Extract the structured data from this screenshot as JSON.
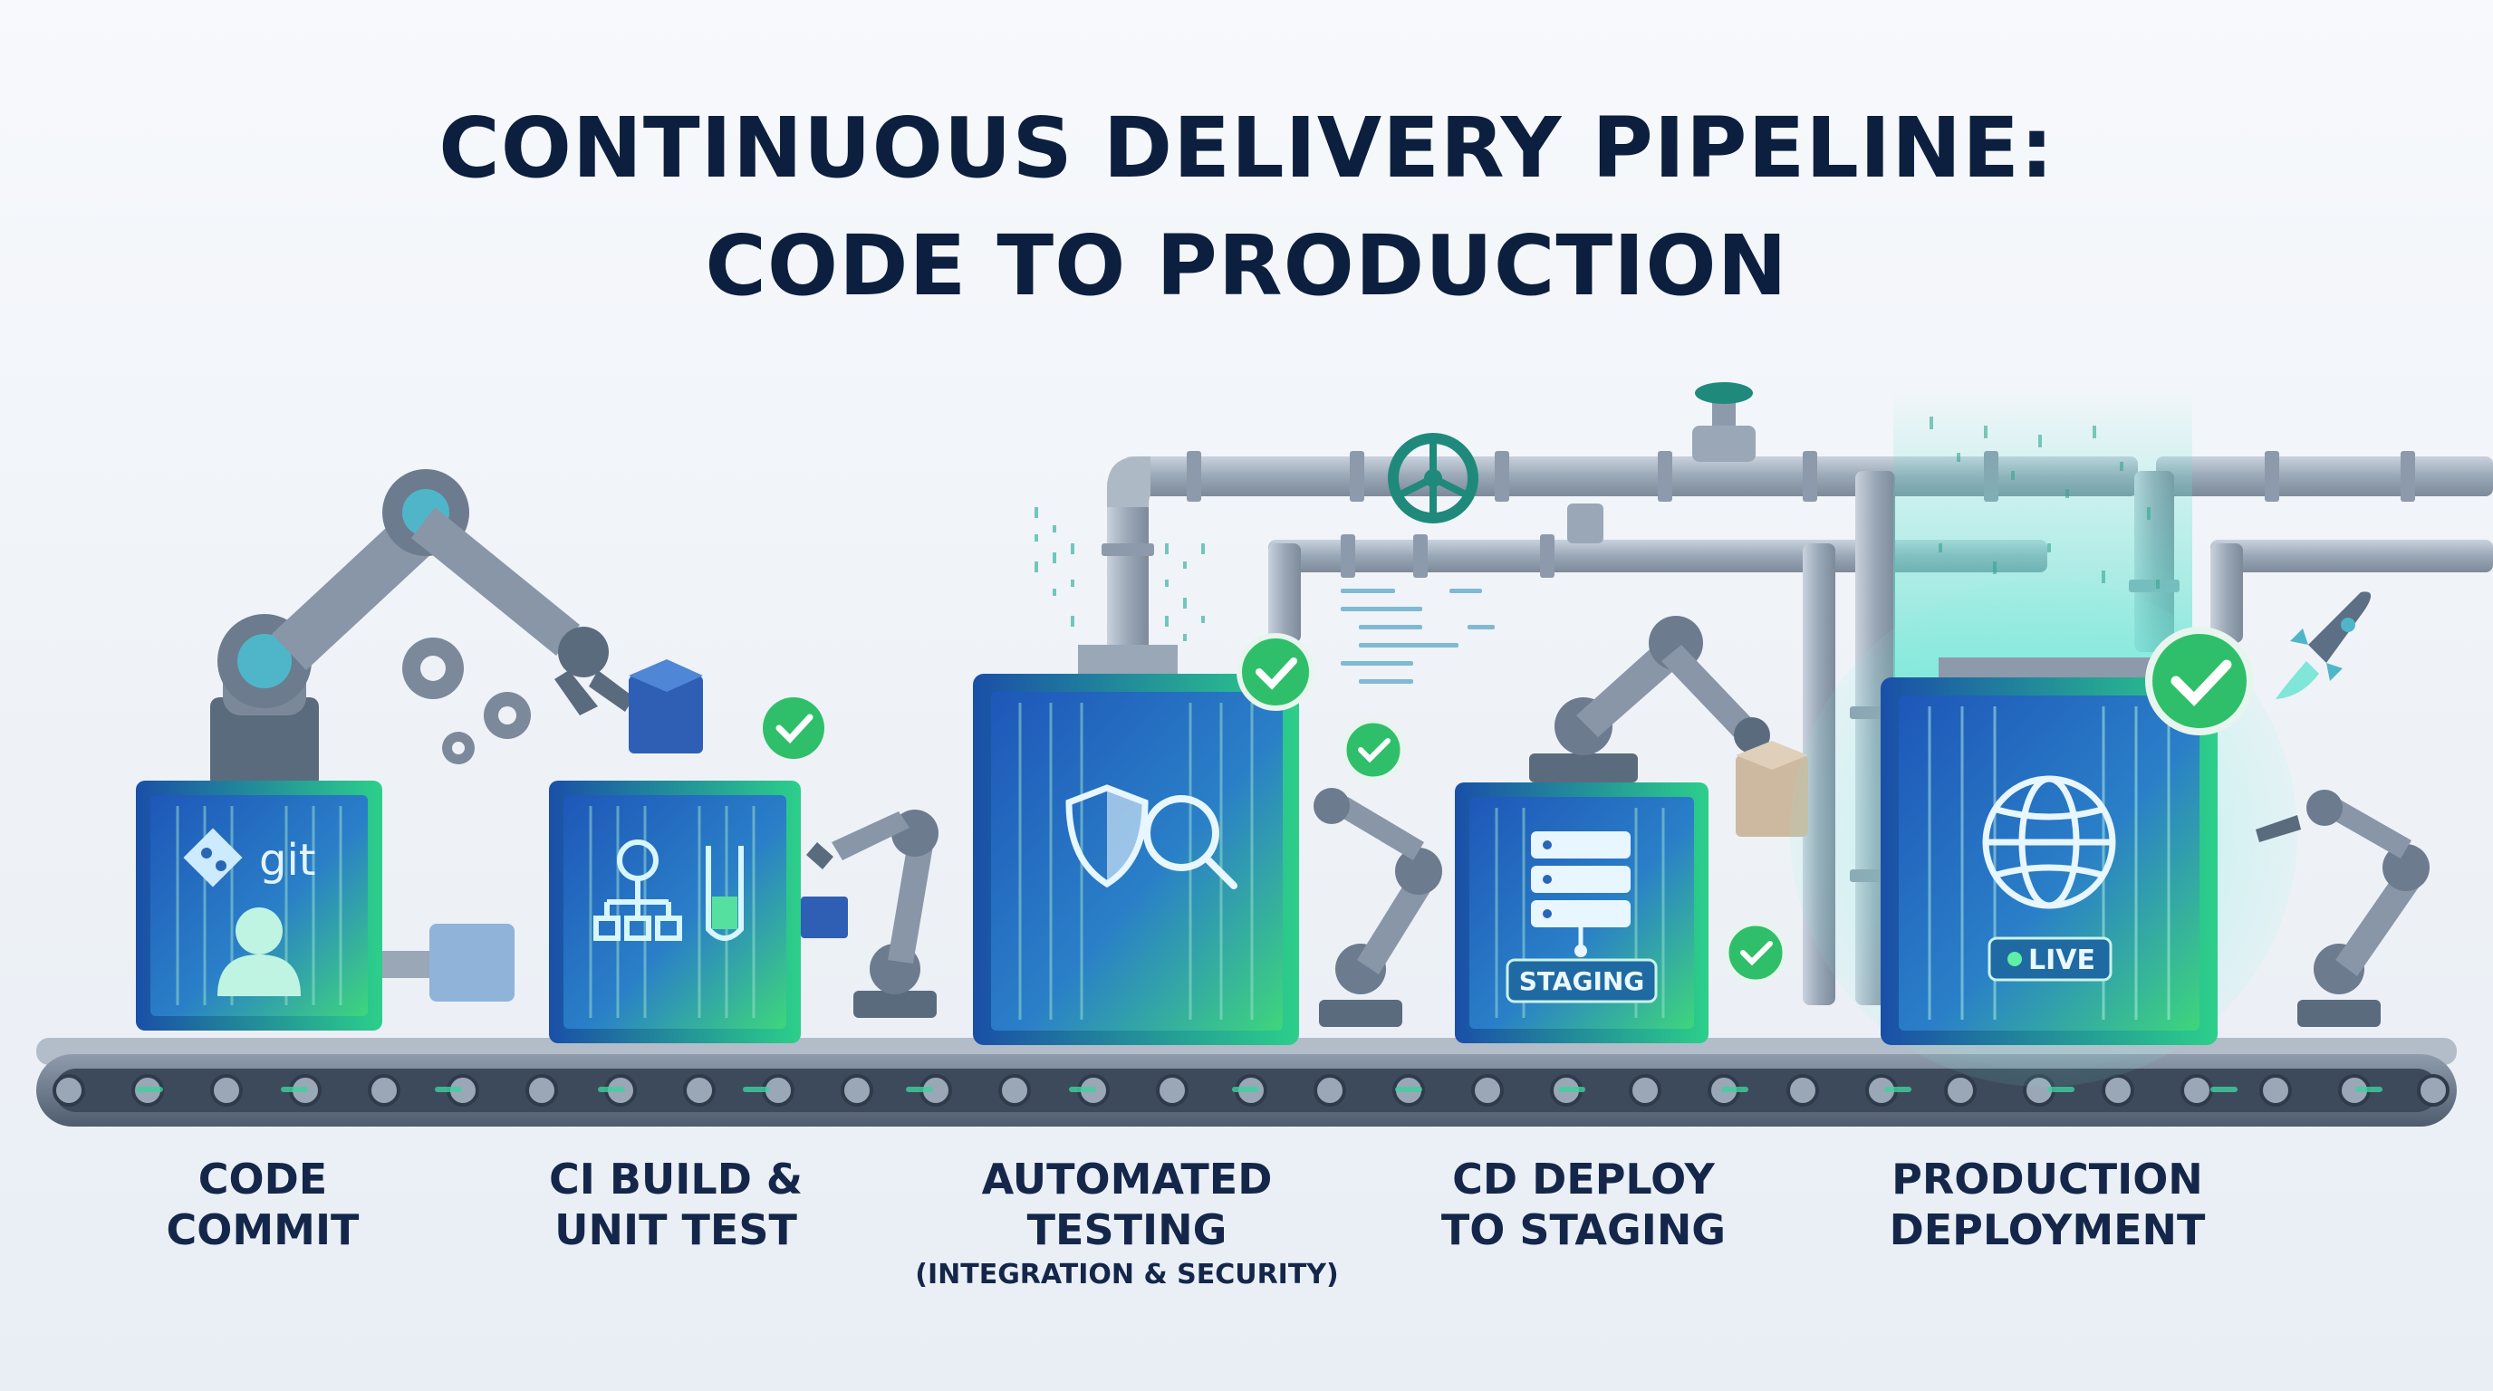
{
  "title": {
    "line1": "CONTINUOUS DELIVERY PIPELINE:",
    "line2": "CODE TO PRODUCTION"
  },
  "stages": [
    {
      "line1": "CODE",
      "line2": "COMMIT",
      "icon": "git-icon",
      "badge": "git"
    },
    {
      "line1": "CI BUILD &",
      "line2": "UNIT TEST",
      "icon": "build-test-icon"
    },
    {
      "line1": "AUTOMATED",
      "line2": "TESTING",
      "sub": "(INTEGRATION & SECURITY)",
      "icon": "shield-search-icon"
    },
    {
      "line1": "CD DEPLOY",
      "line2": "TO STAGING",
      "icon": "server-icon",
      "badge": "STAGING"
    },
    {
      "line1": "PRODUCTION",
      "line2": "DEPLOYMENT",
      "icon": "globe-icon",
      "badge": "LIVE"
    }
  ],
  "colors": {
    "title": "#0c1f3f",
    "container_blue": "#1f5fbf",
    "container_green": "#3fd17a",
    "check_green": "#2fbf6a",
    "pipe": "#9aa7b6",
    "robot": "#5b6b7e"
  }
}
